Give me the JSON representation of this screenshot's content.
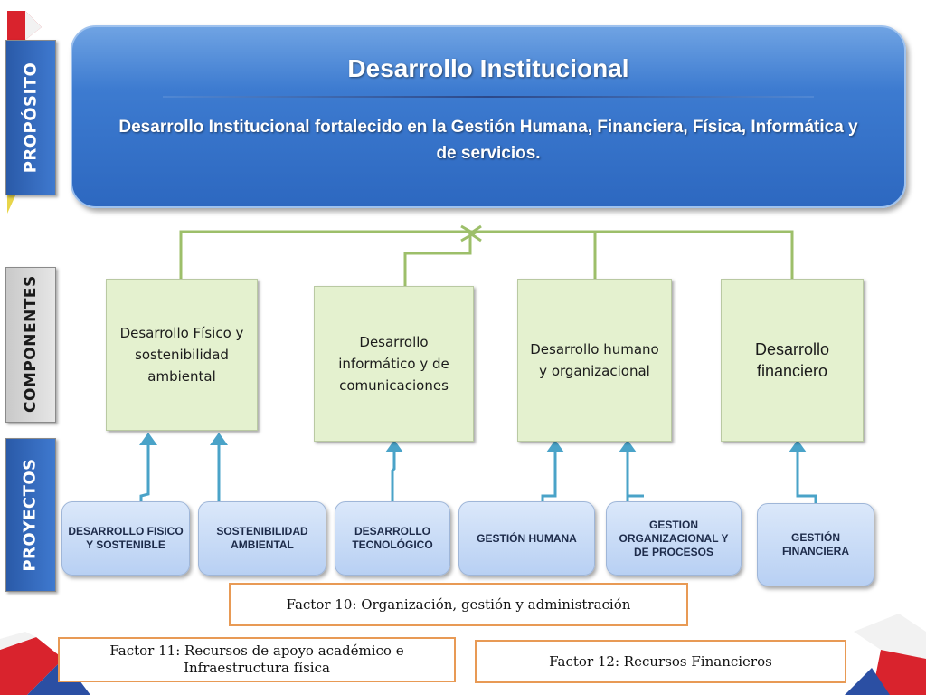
{
  "sidebar": {
    "proposito": "PROPÓSITO",
    "componentes": "COMPONENTES",
    "proyectos": "PROYECTOS"
  },
  "purpose": {
    "title": "Desarrollo Institucional",
    "text": "Desarrollo Institucional fortalecido en la Gestión Humana,  Financiera, Física, Informática y de servicios."
  },
  "components": [
    "Desarrollo Físico y sostenibilidad ambiental",
    "Desarrollo informático y de comunicaciones",
    "Desarrollo humano y organizacional",
    "Desarrollo financiero"
  ],
  "projects": [
    "DESARROLLO FISICO Y SOSTENIBLE",
    "SOSTENIBILIDAD AMBIENTAL",
    "DESARROLLO TECNOLÓGICO",
    "GESTIÓN HUMANA",
    "GESTION ORGANIZACIONAL Y DE PROCESOS",
    "GESTIÓN FINANCIERA"
  ],
  "factors": {
    "factor10": "Factor 10: Organización, gestión y administración",
    "factor11": "Factor 11: Recursos de apoyo académico e Infraestructura física",
    "factor12": "Factor 12: Recursos Financieros"
  },
  "colors": {
    "purpose_blue": "#3d7bd0",
    "component_green": "#e4f1cf",
    "connector_green": "#9dbf6a",
    "arrow_blue": "#4aa3c8",
    "project_blue": "#c7daf6",
    "factor_orange": "#e89a55"
  }
}
